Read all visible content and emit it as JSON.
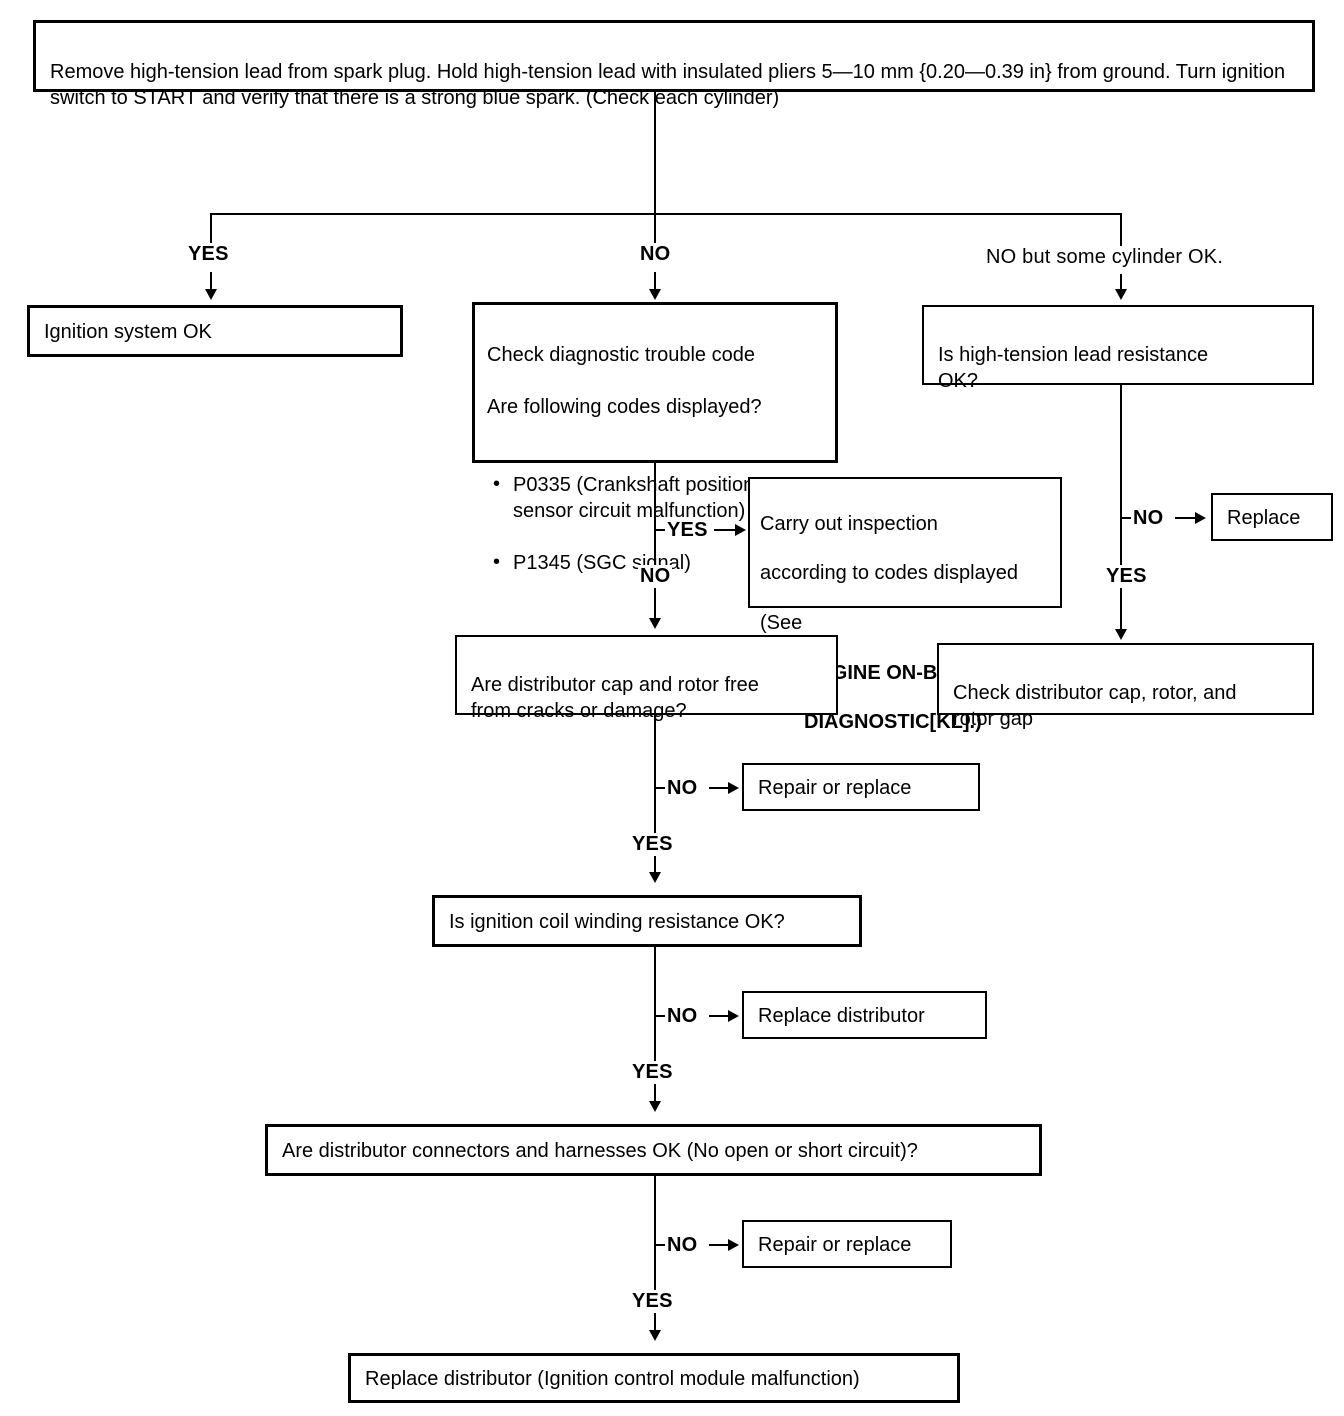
{
  "document": {
    "type": "troubleshooting-flowchart",
    "subject": "Ignition system / spark test"
  },
  "nodes": {
    "start": {
      "text": "Remove high-tension lead from spark plug. Hold high-tension lead with insulated pliers 5—10 mm {0.20—0.39 in} from ground. Turn ignition switch to START and verify that there is a strong blue spark. (Check each cylinder)"
    },
    "ignition_ok": {
      "text": "Ignition system OK"
    },
    "check_dtc": {
      "line1": "Check diagnostic trouble code",
      "line2": "Are following codes displayed?",
      "bullets": [
        "P0335 (Crankshaft position\nsensor circuit malfunction)",
        "P1345 (SGC signal)"
      ]
    },
    "lead_resistance": {
      "text": "Is high-tension lead resistance\nOK?"
    },
    "carry_out_inspection": {
      "line1": "Carry out inspection",
      "line2": "according to codes displayed",
      "line3": "(See",
      "line4": "ENGINE ON-BOARD",
      "line5": "DIAGNOSTIC[KL].)"
    },
    "replace": {
      "text": "Replace"
    },
    "cap_rotor_free": {
      "text": "Are distributor cap and rotor free\nfrom cracks or damage?"
    },
    "check_cap_rotor_gap": {
      "text": "Check distributor cap, rotor, and\nrotor gap"
    },
    "repair_or_replace_1": {
      "text": "Repair or replace"
    },
    "coil_winding": {
      "text": "Is ignition coil winding resistance OK?"
    },
    "replace_distributor_1": {
      "text": "Replace distributor"
    },
    "connectors_harnesses": {
      "text": "Are distributor connectors and harnesses OK (No open or short circuit)?"
    },
    "repair_or_replace_2": {
      "text": "Repair or replace"
    },
    "replace_distributor_final": {
      "text": "Replace distributor (Ignition control module malfunction)"
    }
  },
  "branch_labels": {
    "yes_left": "YES",
    "no_middle": "NO",
    "no_some_cylinder": "NO but some cylinder OK.",
    "yes_dtc": "YES",
    "no_dtc": "NO",
    "no_lead_resistance": "NO",
    "yes_lead_resistance": "YES",
    "no_cap_rotor": "NO",
    "yes_cap_rotor": "YES",
    "no_coil": "NO",
    "yes_coil": "YES",
    "no_connectors": "NO",
    "yes_connectors": "YES"
  },
  "colors": {
    "line": "#000000",
    "background": "#ffffff",
    "text": "#000000"
  }
}
